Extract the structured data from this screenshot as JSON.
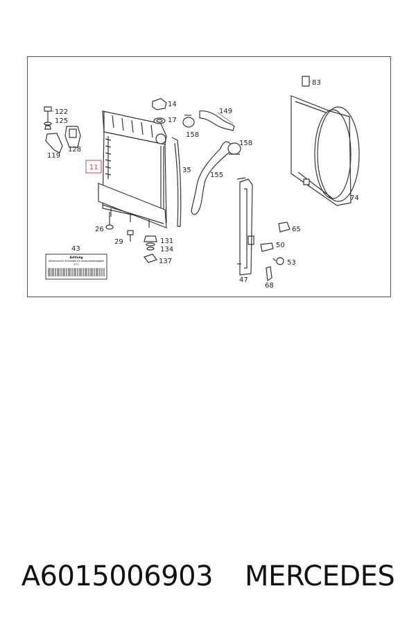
{
  "diagram": {
    "callouts": {
      "p83": "83",
      "p122": "122",
      "p125": "125",
      "p14": "14",
      "p149": "149",
      "p17": "17",
      "p158a": "158",
      "p128": "128",
      "p119": "119",
      "p158b": "158",
      "p11": "11",
      "p35": "35",
      "p155": "155",
      "p74": "74",
      "p65": "65",
      "p26": "26",
      "p29": "29",
      "p131": "131",
      "p134": "134",
      "p50": "50",
      "p43": "43",
      "p137": "137",
      "p53": "53",
      "p47": "47",
      "p68": "68"
    },
    "warning_label": {
      "title": "Achtung",
      "line1": "Kühlerschutz: Kühlmittel für Außenbeständigkeit",
      "line2": "37°C"
    },
    "highlight_color": "#d04040"
  },
  "caption": {
    "part_number": "A6015006903",
    "brand": "MERCEDES"
  }
}
